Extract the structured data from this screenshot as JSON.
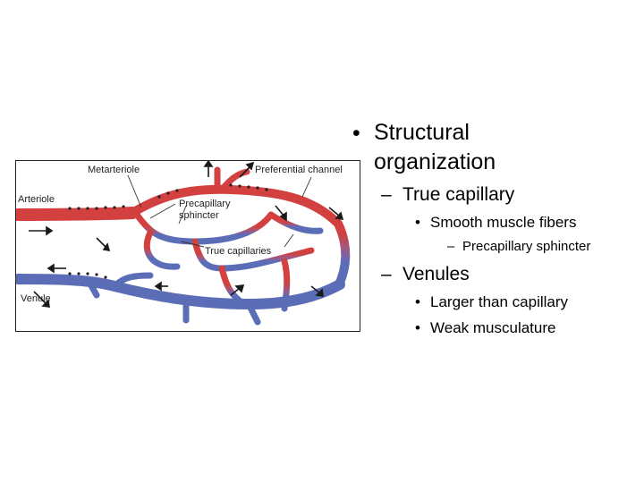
{
  "figure": {
    "labels": {
      "metarteriole": "Metarteriole",
      "preferential_channel": "Preferential channel",
      "arteriole": "Arteriole",
      "precapillary_sphincter_1": "Precapillary",
      "precapillary_sphincter_2": "sphincter",
      "true_capillaries": "True capillaries",
      "venule": "Venule"
    },
    "colors": {
      "arterial": "#d2403f",
      "venous": "#5c6db8",
      "sphincter_beads": "#222222",
      "arrows": "#1a1a1a"
    }
  },
  "outline": {
    "level1": {
      "bullet": "•",
      "line1": "Structural",
      "line2": "organization"
    },
    "capillary": {
      "dash": "–",
      "text": "True capillary"
    },
    "capillary_item": {
      "bullet": "•",
      "text": "Smooth muscle fibers"
    },
    "capillary_subitem": {
      "dash": "–",
      "text": "Precapillary sphincter"
    },
    "venules": {
      "dash": "–",
      "text": "Venules"
    },
    "venules_items": [
      {
        "bullet": "•",
        "text": "Larger than capillary"
      },
      {
        "bullet": "•",
        "text": "Weak musculature"
      }
    ]
  }
}
